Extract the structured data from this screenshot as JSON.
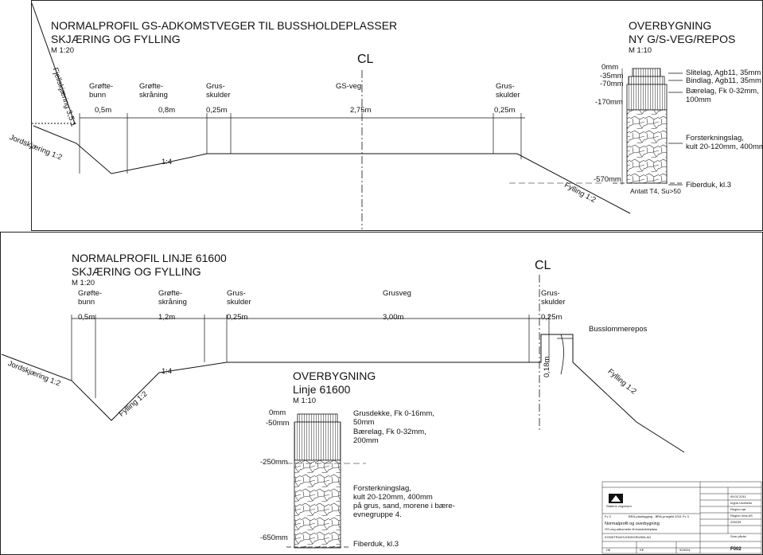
{
  "top": {
    "title1": "NORMALPROFIL GS-ADKOMSTVEGER TIL BUSSHOLDEPLASSER",
    "title2": "SKJÆRING OG FYLLING",
    "scale": "M 1:20",
    "centerline": "CL",
    "columns": [
      {
        "l1": "Grøfte-",
        "l2": "bunn",
        "w": "0,5m"
      },
      {
        "l1": "Grøfte-",
        "l2": "skråning",
        "w": "0,8m"
      },
      {
        "l1": "Grus-",
        "l2": "skulder",
        "w": "0,25m"
      },
      {
        "l1": "GS-veg",
        "l2": "",
        "w": "2,75m"
      },
      {
        "l1": "Grus-",
        "l2": "skulder",
        "w": "0,25m"
      }
    ],
    "slope_fjell": "Fjellskjæring 3,5:1",
    "slope_jord": "Jordskjæring 1:2",
    "slope_14": "1:4",
    "slope_fyll": "Fylling 1:2",
    "overbygning": {
      "title1": "OVERBYGNING",
      "title2": "NY G/S-VEG/REPOS",
      "scale": "M 1:10",
      "depths": [
        "0mm",
        "-35mm",
        "-70mm",
        "-170mm",
        "-570mm"
      ],
      "layers": [
        "Slitelag, Agb11, 35mm",
        "Bindlag, Agb11, 35mm",
        "Bærelag, Fk 0-32mm,",
        "100mm"
      ],
      "forsterkning": [
        "Forsterkningslag,",
        "kult 20-120mm, 400mm"
      ],
      "fiberduk": "Fiberduk, kl.3",
      "antatt": "Antatt T4, Su>50"
    }
  },
  "bottom": {
    "title1": "NORMALPROFIL LINJE 61600",
    "title2": "SKJÆRING OG FYLLING",
    "scale": "M 1:20",
    "centerline": "CL",
    "columns": [
      {
        "l1": "Grøfte-",
        "l2": "bunn",
        "w": "0,5m"
      },
      {
        "l1": "Grøfte-",
        "l2": "skråning",
        "w": "1,2m"
      },
      {
        "l1": "Grus-",
        "l2": "skulder",
        "w": "0,25m"
      },
      {
        "l1": "Grusveg",
        "l2": "",
        "w": "3,00m"
      },
      {
        "l1": "Grus-",
        "l2": "skulder",
        "w": "0,25m"
      }
    ],
    "busslomme": "Busslommerepos",
    "slope_jord": "Jordskjæring 1:2",
    "slope_14": "1:4",
    "slope_fyll_left": "Fylling 1:2",
    "slope_fyll_right": "Fylling 1:2",
    "curb_height": "0,18m",
    "overbygning": {
      "title1": "OVERBYGNING",
      "title2": "Linje 61600",
      "scale": "M 1:10",
      "depths": [
        "0mm",
        "-50mm",
        "-250mm",
        "-650mm"
      ],
      "layers": [
        "Grusdekke, Fk 0-16mm,",
        "50mm",
        "Bærelag, Fk 0-32mm,",
        "200mm"
      ],
      "forsterkning": [
        "Forsterkningslag,",
        "kult 20-120mm, 400mm",
        "på grus, sand, morene i bære-",
        "evnegruppe 4."
      ],
      "fiberduk": "Fiberduk, kl.3"
    }
  },
  "titleblock": {
    "owner": "Statens vegvesen",
    "project": "BRA-planlegging - BRA-prosjekt 2011 Fv 3",
    "fv": "Fv 3",
    "drawing_title1": "Normalprofil og overbygning",
    "drawing_title2": "GS-veg adkomster til bussholdeplass",
    "type": "KONSTRUKSJONSGRUNNLAG",
    "date": "09.02.2011",
    "drawn": "Ingrid Undheim",
    "checked": "Region sør",
    "approved": "Region Vest AS",
    "projnr": "205239",
    "scale": "Som påvist",
    "drawing_no": "F002",
    "hm": "H6",
    "ks": "KE",
    "nr": "529024"
  }
}
